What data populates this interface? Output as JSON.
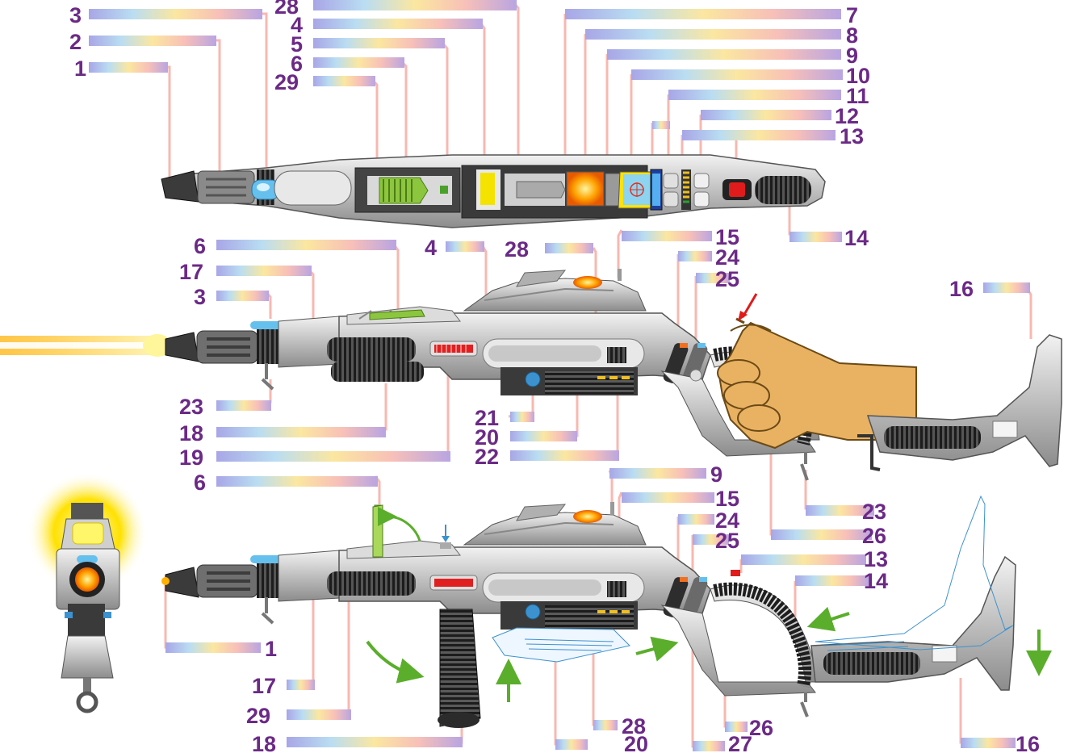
{
  "diagram": {
    "type": "labeled-technical-illustration",
    "accent_colors": {
      "callout_text": "#6b2a86",
      "leader_line": "#f7b8b0",
      "beam": "#ffb400",
      "arrow_green": "#5aae2b",
      "arrow_red": "#e01b1b",
      "arrow_blue": "#3c92cf",
      "metal": "#b9b9b9",
      "hand": "#e9b262"
    },
    "callouts": {
      "top": [
        "3",
        "2",
        "1",
        "28",
        "4",
        "5",
        "6",
        "29",
        "7",
        "8",
        "9",
        "10",
        "11",
        "12",
        "13",
        "14"
      ],
      "middle": [
        "6",
        "17",
        "3",
        "23",
        "18",
        "19",
        "4",
        "28",
        "15",
        "24",
        "25",
        "16",
        "21",
        "20",
        "22",
        "23",
        "26"
      ],
      "bottom": [
        "6",
        "9",
        "15",
        "24",
        "25",
        "13",
        "14",
        "1",
        "17",
        "29",
        "18",
        "28",
        "20",
        "26",
        "27",
        "16"
      ]
    }
  }
}
